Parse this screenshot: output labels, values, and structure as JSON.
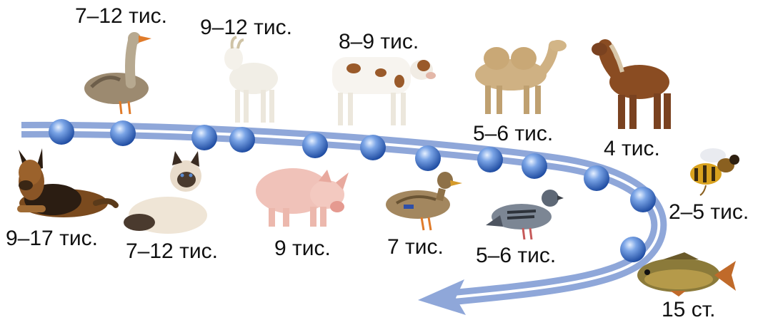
{
  "colors": {
    "track": "#8fa7d9",
    "track_inner": "#ffffff",
    "bead_dark": "#1d4aa0",
    "bead_light": "#b9d3f7",
    "text": "#111111"
  },
  "animals": [
    {
      "name": "dog",
      "icon": "dog-icon",
      "label": "9–17 тис."
    },
    {
      "name": "goose",
      "icon": "goose-icon",
      "label": "7–12 тис."
    },
    {
      "name": "cat",
      "icon": "cat-icon",
      "label": "7–12 тис."
    },
    {
      "name": "goat",
      "icon": "goat-icon",
      "label": "9–12 тис."
    },
    {
      "name": "pig",
      "icon": "pig-icon",
      "label": "9 тис."
    },
    {
      "name": "cow",
      "icon": "cow-icon",
      "label": "8–9 тис."
    },
    {
      "name": "duck",
      "icon": "duck-icon",
      "label": "7 тис."
    },
    {
      "name": "camel",
      "icon": "camel-icon",
      "label": "5–6 тис."
    },
    {
      "name": "pigeon",
      "icon": "pigeon-icon",
      "label": "5–6 тис."
    },
    {
      "name": "horse",
      "icon": "horse-icon",
      "label": "4 тис."
    },
    {
      "name": "bee",
      "icon": "bee-icon",
      "label": "2–5 тис."
    },
    {
      "name": "carp",
      "icon": "fish-icon",
      "label": "15 ст."
    }
  ]
}
